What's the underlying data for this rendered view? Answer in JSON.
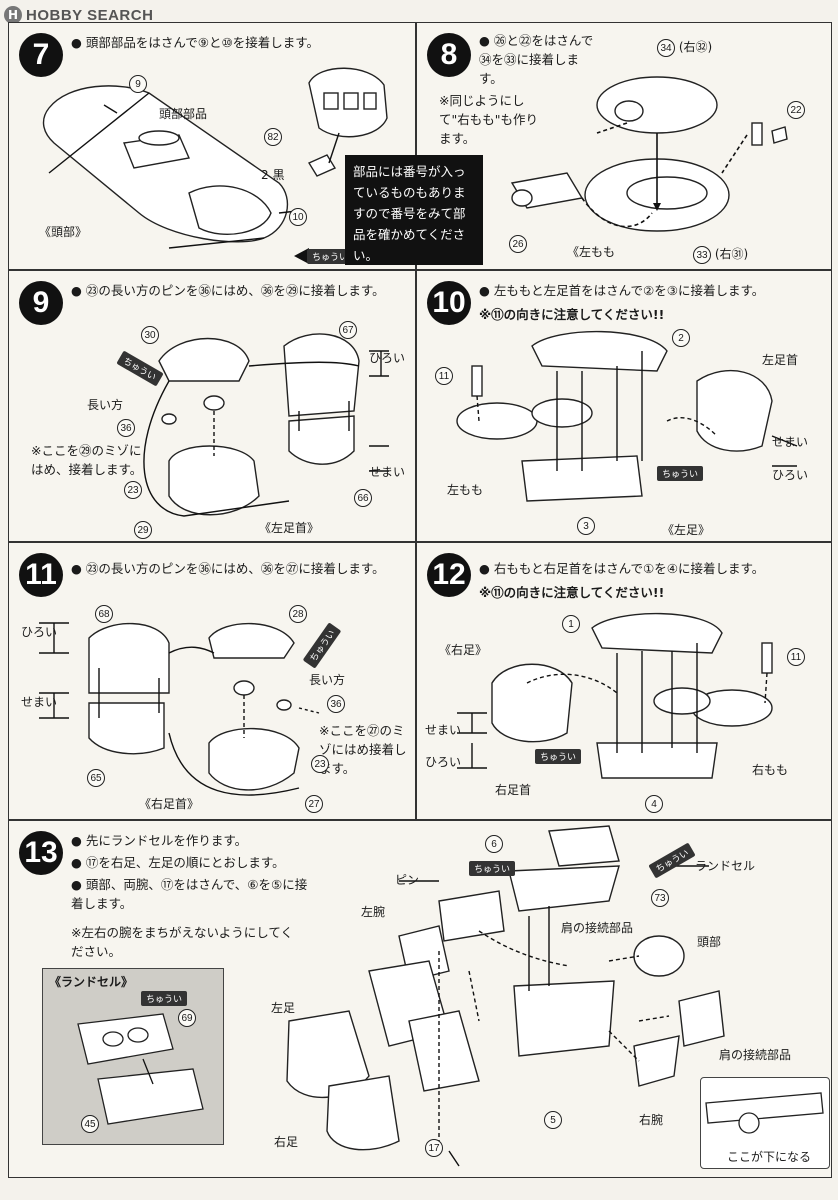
{
  "header": {
    "logo_text": "HOBBY SEARCH",
    "logo_glyph": "H"
  },
  "info_box": {
    "text": "部品には番号が入っているものもありますので番号をみて部品を確かめてください。"
  },
  "steps": {
    "s7": {
      "number": "7",
      "instruction": "頭部部品をはさんで⑨と⑩を接着します。",
      "labels": {
        "head_part": "頭部部品",
        "head": "《頭部》",
        "black": "2 黒"
      },
      "parts": [
        "9",
        "82",
        "10"
      ],
      "caution": "ちゅうい"
    },
    "s8": {
      "number": "8",
      "instruction": "㉖と㉒をはさんで㉞を㉝に接着します。",
      "note": "※同じようにして\"右もも\"も作ります。",
      "labels": {
        "left_thigh": "《左もも",
        "p34": "(右㉜)",
        "p33": "(右㉛)"
      },
      "parts": [
        "34",
        "22",
        "26",
        "33"
      ]
    },
    "s9": {
      "number": "9",
      "instruction": "㉓の長い方のピンを㊱にはめ、㊱を㉙に接着します。",
      "note": "※ここを㉙のミゾにはめ、接着します。",
      "labels": {
        "long_side": "長い方",
        "wide": "ひろい",
        "narrow": "せまい",
        "left_ankle": "《左足首》"
      },
      "parts": [
        "30",
        "67",
        "36",
        "23",
        "29",
        "66"
      ],
      "caution": "ちゅうい"
    },
    "s10": {
      "number": "10",
      "instruction": "左ももと左足首をはさんで②を③に接着します。",
      "note": "※⑪の向きに注意してください!!",
      "labels": {
        "left_ankle": "左足首",
        "left_thigh": "左もも",
        "left_foot": "《左足》",
        "narrow": "せまい",
        "wide": "ひろい"
      },
      "parts": [
        "2",
        "11",
        "3"
      ],
      "caution": "ちゅうい"
    },
    "s11": {
      "number": "11",
      "instruction": "㉓の長い方のピンを㊱にはめ、㊱を㉗に接着します。",
      "note": "※ここを㉗のミゾにはめ接着します。",
      "labels": {
        "long_side": "長い方",
        "wide": "ひろい",
        "narrow": "せまい",
        "right_ankle": "《右足首》"
      },
      "parts": [
        "68",
        "28",
        "36",
        "65",
        "23",
        "27"
      ],
      "caution": "ちゅうい"
    },
    "s12": {
      "number": "12",
      "instruction": "右ももと右足首をはさんで①を④に接着します。",
      "note": "※⑪の向きに注意してください!!",
      "labels": {
        "right_foot": "《右足》",
        "right_ankle": "右足首",
        "right_thigh": "右もも",
        "narrow": "せまい",
        "wide": "ひろい"
      },
      "parts": [
        "1",
        "11",
        "4"
      ],
      "caution": "ちゅうい"
    },
    "s13": {
      "number": "13",
      "instructions": [
        "先にランドセルを作ります。",
        "⑰を右足、左足の順にとおします。",
        "頭部、両腕、⑰をはさんで、⑥を⑤に接着します。"
      ],
      "note": "※左右の腕をまちがえないようにしてください。",
      "labels": {
        "backpack": "ランドセル",
        "backpack_inset": "《ランドセル》",
        "pin": "ピン",
        "left_arm": "左腕",
        "shoulder_joint": "肩の接続部品",
        "head": "頭部",
        "left_leg": "左足",
        "right_leg": "右足",
        "right_arm": "右腕",
        "shoulder_joint2": "肩の接続部品",
        "bottom_side": "ここが下になる"
      },
      "parts": [
        "6",
        "73",
        "69",
        "45",
        "5",
        "17"
      ],
      "caution": "ちゅうい"
    }
  }
}
